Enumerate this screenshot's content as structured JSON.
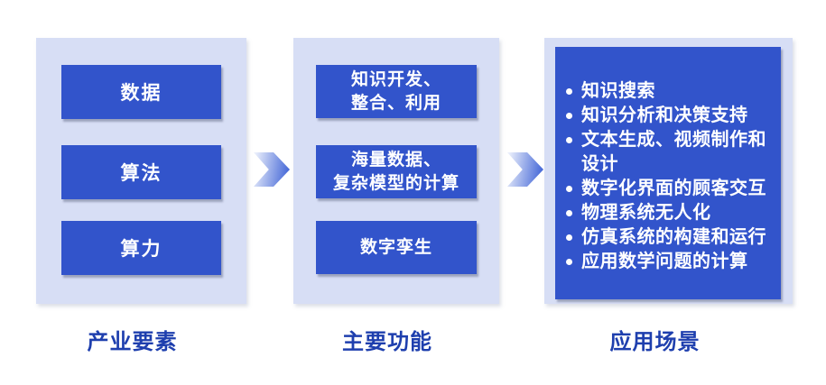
{
  "diagram": {
    "columns": [
      {
        "label": "产业要素",
        "boxes": [
          "数据",
          "算法",
          "算力"
        ]
      },
      {
        "label": "主要功能",
        "boxes": [
          "知识开发、\n整合、利用",
          "海量数据、\n复杂模型的计算",
          "数字孪生"
        ]
      },
      {
        "label": "应用场景",
        "items": [
          "知识搜索",
          "知识分析和决策支持",
          "文本生成、视频制作和设计",
          "数字化界面的顾客交互",
          "物理系统无人化",
          "仿真系统的构建和运行",
          "应用数学问题的计算"
        ]
      }
    ],
    "colors": {
      "box_blue": "#3254cb",
      "panel_light": "#d7def5",
      "label_text": "#1e3fae",
      "arrow_gradient_start": "#e9eefb",
      "arrow_gradient_end": "#3f63d6",
      "bullet": "#ffffff"
    }
  }
}
